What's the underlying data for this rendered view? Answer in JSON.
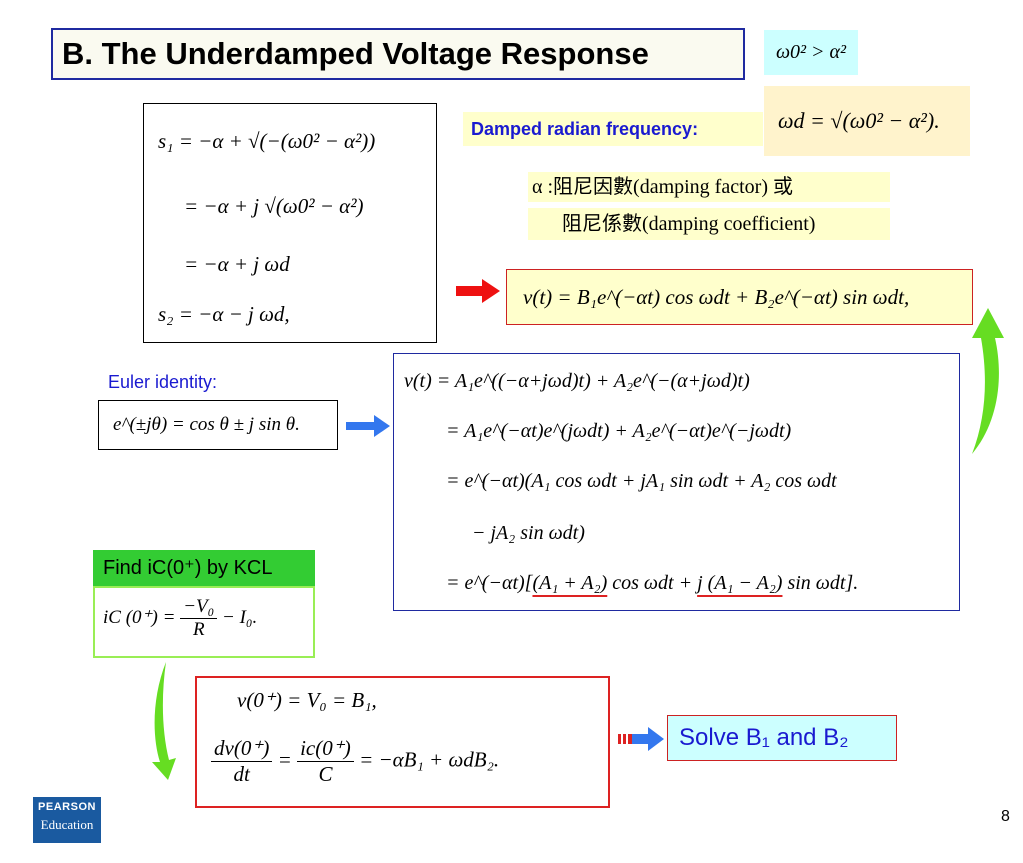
{
  "title": "B. The Underdamped Voltage Response",
  "condition": "ω0² > α²",
  "roots": {
    "line1": "s₁ = −α + √(−(ω0² − α²))",
    "line2": "= −α + j √(ω0² − α²)",
    "line3": "= −α + j ωd",
    "line4": "s₂ = −α − j ωd,"
  },
  "damped_label": "Damped radian frequency:",
  "omega_d_formula": "ωd = √(ω0² − α²).",
  "alpha_line1": "α :阻尼因數(damping factor) 或",
  "alpha_line2": "阻尼係數(damping coefficient)",
  "v_formula": "v(t) = B₁e^(−αt) cos ωdt + B₂e^(−αt) sin ωdt,",
  "euler_label": "Euler identity:",
  "euler_formula": "e^(±jθ) = cos θ ± j sin θ.",
  "expansion": {
    "line1": "v(t) = A₁e^((−α+jωd)t) + A₂e^(−(α+jωd)t)",
    "line2": "= A₁e^(−αt)e^(jωdt) + A₂e^(−αt)e^(−jωdt)",
    "line3": "= e^(−αt)(A₁ cos ωdt + jA₁ sin ωdt + A₂ cos ωdt",
    "line4": "− jA₂ sin ωdt)",
    "line5_prefix": "= e^(−αt)[",
    "line5_u1": "(A₁ + A₂)",
    "line5_mid": " cos ωdt + ",
    "line5_u2": "j (A₁ − A₂)",
    "line5_suffix": " sin ωdt]."
  },
  "find_label": "Find iC(0⁺) by KCL",
  "ic": {
    "lhs": "iC (0⁺) = ",
    "num": "−V₀",
    "den": "R",
    "rhs": " − I₀."
  },
  "initial": {
    "line1": "v(0⁺) = V₀ = B₁,",
    "frac1_num": "dv(0⁺)",
    "frac1_den": "dt",
    "eq": " = ",
    "frac2_num": "ic(0⁺)",
    "frac2_den": "C",
    "rhs": " = −αB₁ + ωdB₂."
  },
  "solve_label": "Solve B₁ and B₂",
  "logo": {
    "line1": "PEARSON",
    "line2": "Education"
  },
  "page_number": "8",
  "colors": {
    "title_border": "#1f2aa0",
    "label_blue": "#1a1ad0",
    "red_arrow": "#ee1111",
    "blue_arrow": "#3377ee",
    "green_arrow": "#66dd22"
  }
}
